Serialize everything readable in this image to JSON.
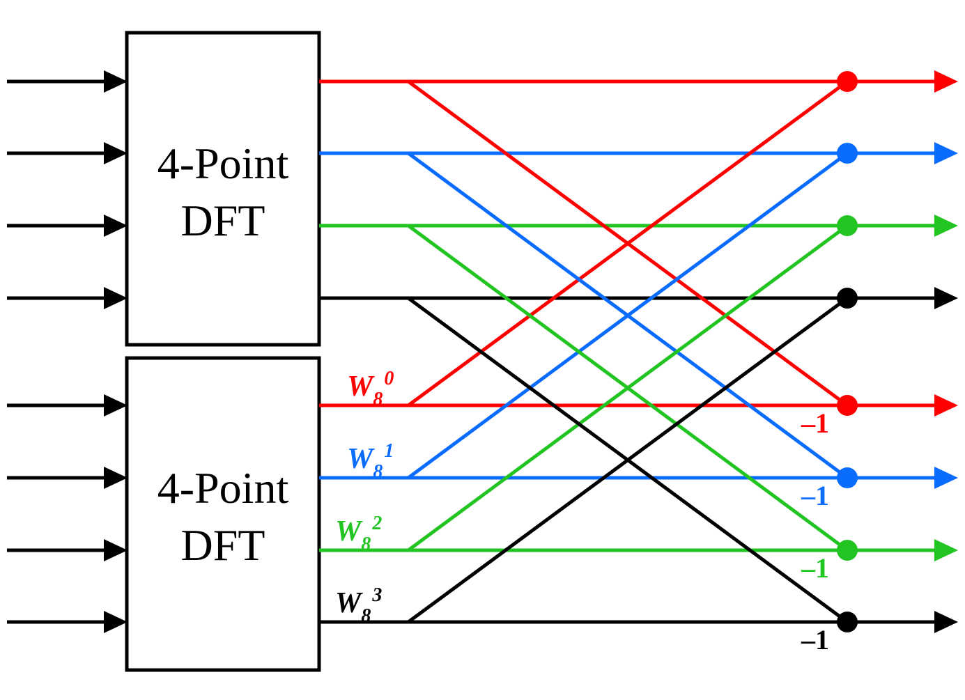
{
  "blocks": [
    {
      "line1": "4-Point",
      "line2": "DFT"
    },
    {
      "line1": "4-Point",
      "line2": "DFT"
    }
  ],
  "colors": {
    "red": "#ff0000",
    "blue": "#0a6cff",
    "green": "#22c422",
    "black": "#000000"
  },
  "twiddles": [
    {
      "base": "W",
      "sub": "8",
      "sup": "0",
      "color": "#ff0000"
    },
    {
      "base": "W",
      "sub": "8",
      "sup": "1",
      "color": "#0a6cff"
    },
    {
      "base": "W",
      "sub": "8",
      "sup": "2",
      "color": "#22c422"
    },
    {
      "base": "W",
      "sub": "8",
      "sup": "3",
      "color": "#000000"
    }
  ],
  "negations": [
    {
      "text": "–1",
      "color": "#ff0000"
    },
    {
      "text": "–1",
      "color": "#0a6cff"
    },
    {
      "text": "–1",
      "color": "#22c422"
    },
    {
      "text": "–1",
      "color": "#000000"
    }
  ]
}
